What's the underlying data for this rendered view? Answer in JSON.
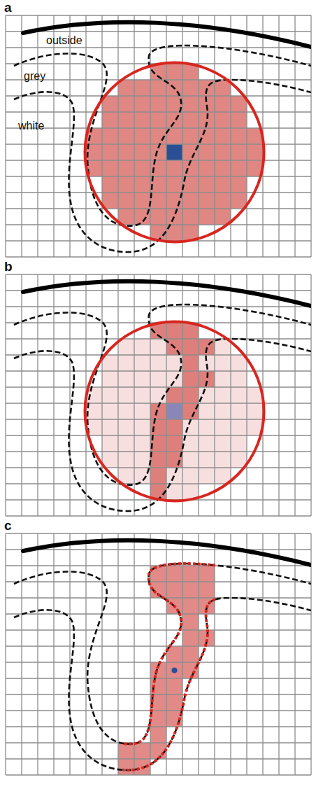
{
  "diagram": {
    "labels": [
      "a",
      "outside",
      "grey",
      "white",
      "b",
      "c"
    ]
  }
}
